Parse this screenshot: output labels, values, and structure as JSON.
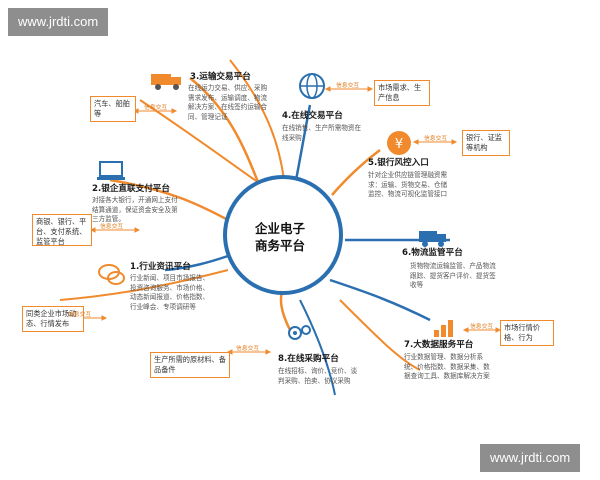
{
  "watermark": "www.jrdti.com",
  "hub": {
    "line1": "企业电子",
    "line2": "商务平台"
  },
  "exchange_label": "信息交互",
  "nodes": [
    {
      "id": "n3",
      "title": "3.运输交易平台",
      "desc": "在线运力交易、供应、采购需求发布、运输调度、物流解决方案、在线签约运输合同、管理记证",
      "box": "汽车、船舶等"
    },
    {
      "id": "n4",
      "title": "4.在线交易平台",
      "desc": "在线销售、生产所需物资在线采购",
      "box": "市场需求、生产信息"
    },
    {
      "id": "n5",
      "title": "5.银行风控入口",
      "desc": "针对企业供应链管理融资需求：运输、货物交易、仓储监控、物流可视化监管接口",
      "box": "银行、证监等机构"
    },
    {
      "id": "n2",
      "title": "2.银企直联支付平台",
      "desc": "对接各大银行，开通网上支付结算通道，保证资金安全及第三方监管。",
      "box": "商银、银行、平台、支付系统、监管平台"
    },
    {
      "id": "n6",
      "title": "6.物流监管平台",
      "desc": "货物物流运输监管、产品物流跟踪、提货客户评价、提货签收等",
      "box": ""
    },
    {
      "id": "n1",
      "title": "1.行业资讯平台",
      "desc": "行业新闻、项目市场报告、投资咨询服务、市场价格、动态新闻报道、价格指数、行业峰会、专项调研等",
      "box": "同类企业市场动态、行情发布"
    },
    {
      "id": "n8",
      "title": "8.在线采购平台",
      "desc": "在线招标、询价、竞价、谈判采购、拍卖、协议采购",
      "box": "生产所需的原材料、备品备件"
    },
    {
      "id": "n7",
      "title": "7.大数据服务平台",
      "desc": "行业数据管理、数据分析系统、价格指数、数据采集、数据查询工具、数据库解决方案",
      "box": "市场行情价格、行为"
    }
  ]
}
